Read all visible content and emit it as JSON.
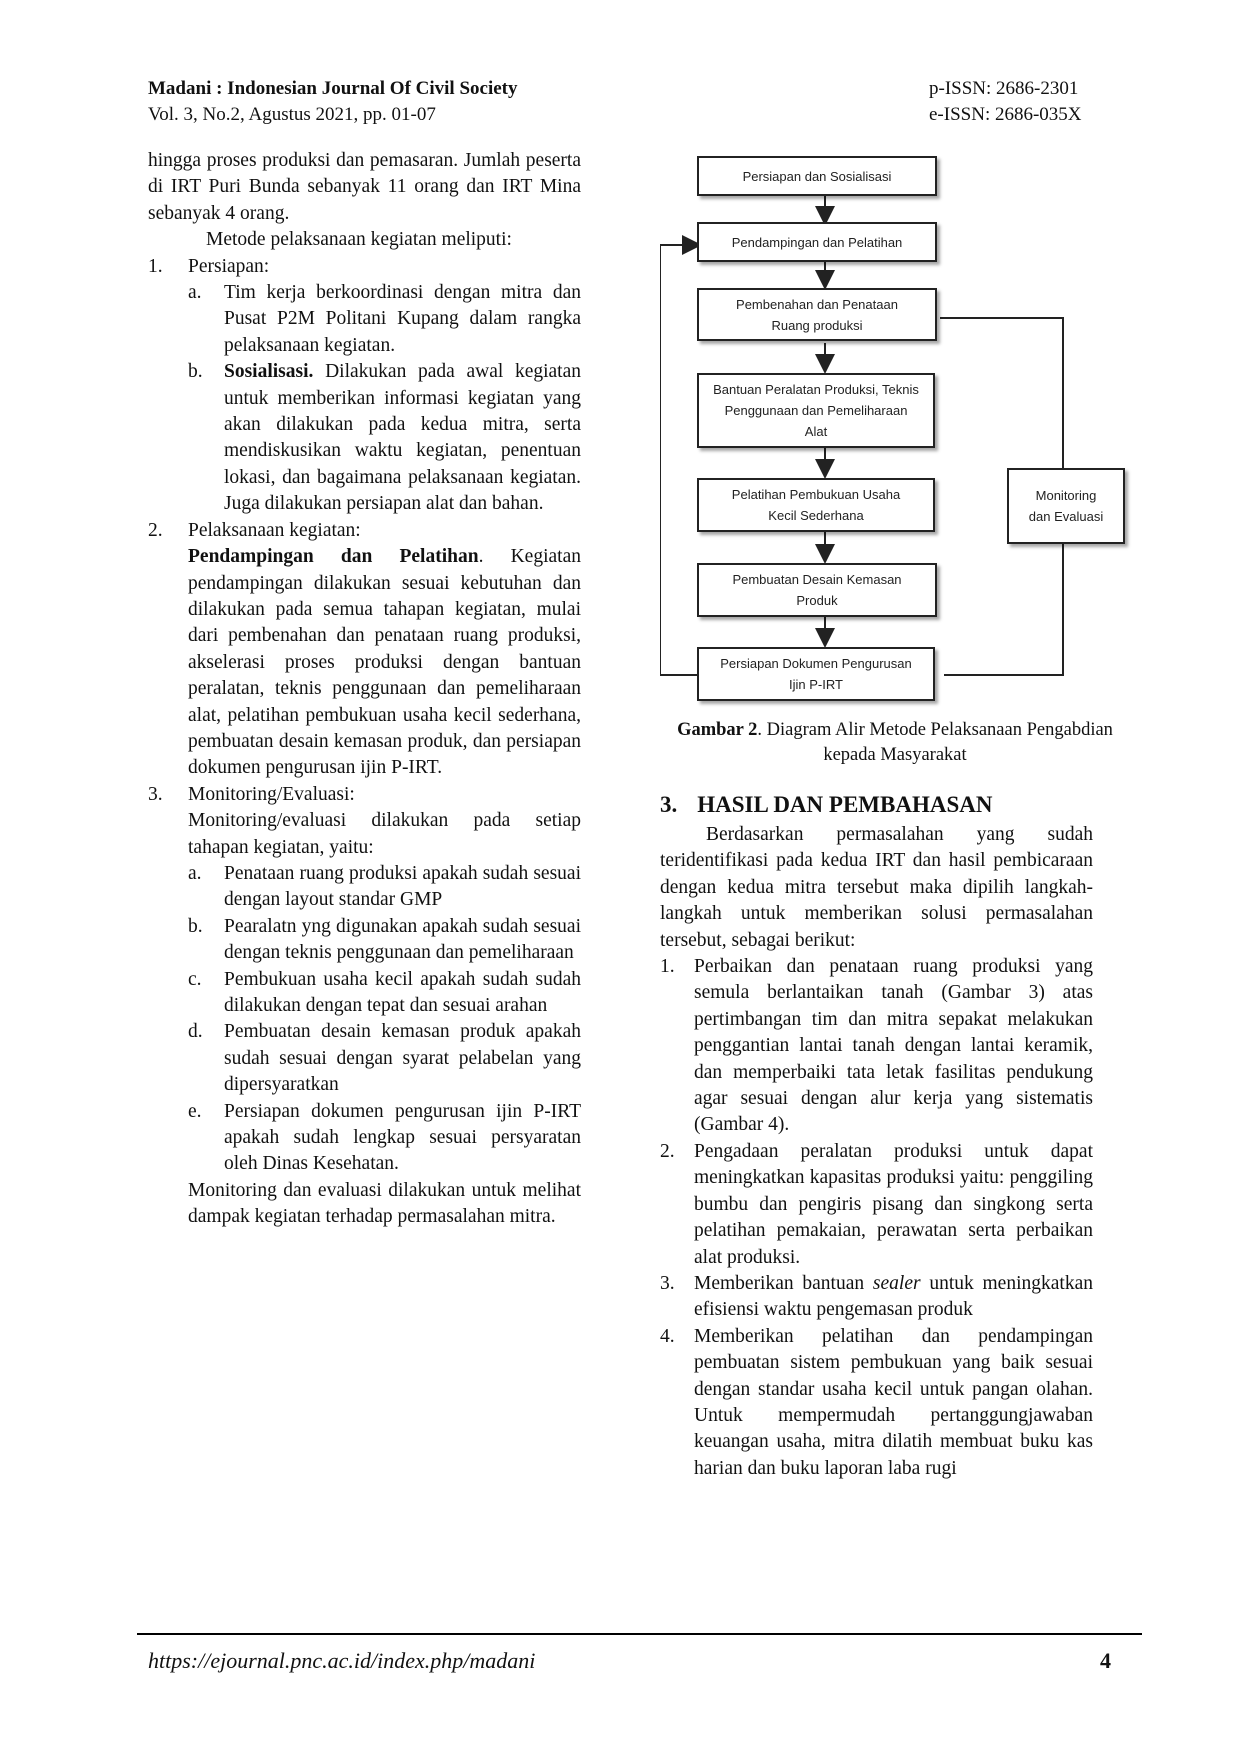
{
  "header": {
    "journal": "Madani : Indonesian Journal Of Civil Society",
    "volume": "Vol. 3, No.2, Agustus 2021, pp. 01-07",
    "pissn": "p-ISSN: 2686-2301",
    "eissn": "e-ISSN: 2686-035X"
  },
  "left": {
    "intro": "hingga proses produksi dan pemasaran. Jumlah peserta di IRT Puri Bunda sebanyak 11 orang dan IRT Mina sebanyak 4 orang.",
    "method_intro": "Metode pelaksanaan kegiatan meliputi:",
    "s1_num": "1.",
    "s1_title": "Persiapan:",
    "s1a_letter": "a.",
    "s1a_text": "Tim kerja berkoordinasi dengan mitra dan Pusat P2M Politani Kupang dalam rangka pelaksanaan kegiatan.",
    "s1b_letter": "b.",
    "s1b_bold": "Sosialisasi.",
    "s1b_text": " Dilakukan pada awal kegiatan untuk memberikan informasi kegiatan yang akan dilakukan pada kedua mitra, serta mendiskusikan waktu kegiatan, penentuan lokasi, dan bagaimana pelaksanaan kegiatan. Juga dilakukan persiapan alat dan bahan.",
    "s2_num": "2.",
    "s2_title": "Pelaksanaan kegiatan:",
    "s2_bold": "Pendampingan dan Pelatihan",
    "s2_text": ". Kegiatan pendampingan dilakukan sesuai kebutuhan dan dilakukan pada semua tahapan kegiatan, mulai dari pembenahan dan penataan ruang produksi, akselerasi proses produksi dengan bantuan peralatan, teknis penggunaan dan pemeliharaan alat, pelatihan pembukuan usaha kecil sederhana, pembuatan desain kemasan produk, dan persiapan dokumen pengurusan ijin P-IRT.",
    "s3_num": "3.",
    "s3_title": "Monitoring/Evaluasi:",
    "s3_intro": "Monitoring/evaluasi dilakukan pada setiap tahapan kegiatan, yaitu:",
    "s3_items": [
      {
        "letter": "a.",
        "text": "Penataan ruang produksi apakah sudah sesuai dengan layout standar GMP"
      },
      {
        "letter": "b.",
        "text": "Pearalatn yng digunakan apakah sudah sesuai dengan teknis penggunaan dan pemeliharaan"
      },
      {
        "letter": "c.",
        "text": "Pembukuan usaha kecil apakah sudah sudah dilakukan dengan tepat dan sesuai arahan"
      },
      {
        "letter": "d.",
        "text": "Pembuatan desain kemasan produk apakah sudah sesuai dengan syarat pelabelan yang dipersyaratkan"
      },
      {
        "letter": "e.",
        "text": "Persiapan dokumen pengurusan ijin P-IRT apakah sudah lengkap sesuai persyaratan oleh Dinas Kesehatan."
      }
    ],
    "s3_outro": "Monitoring dan evaluasi dilakukan untuk melihat dampak kegiatan terhadap permasalahan mitra."
  },
  "flow": {
    "boxes": [
      "Persiapan dan Sosialisasi",
      "Pendampingan dan Pelatihan",
      "Pembenahan dan Penataan Ruang produksi",
      "Bantuan Peralatan Produksi, Teknis Penggunaan dan Pemeliharaan Alat",
      "Pelatihan Pembukuan Usaha Kecil Sederhana",
      "Pembuatan Desain Kemasan Produk",
      "Persiapan Dokumen Pengurusan Ijin P-IRT"
    ],
    "monitor": "Monitoring dan Evaluasi"
  },
  "caption": {
    "label": "Gambar 2",
    "text": ". Diagram Alir Metode Pelaksanaan Pengabdian kepada Masyarakat"
  },
  "right": {
    "section_num": "3.",
    "section_title": "HASIL DAN PEMBAHASAN",
    "intro": "Berdasarkan permasalahan yang sudah teridentifikasi pada kedua IRT dan hasil pembicaraan dengan kedua mitra tersebut maka dipilih langkah-langkah untuk memberikan solusi permasalahan tersebut, sebagai berikut:",
    "i1_num": "1.",
    "i1_text": "Perbaikan dan penataan ruang produksi yang semula berlantaikan tanah (Gambar 3) atas pertimbangan tim dan mitra sepakat melakukan penggantian lantai tanah dengan lantai keramik, dan memperbaiki tata letak fasilitas pendukung agar sesuai dengan alur kerja yang sistematis (Gambar 4).",
    "i2_num": "2.",
    "i2_text": "Pengadaan peralatan produksi untuk dapat meningkatkan kapasitas produksi yaitu: penggiling bumbu dan pengiris pisang dan singkong serta pelatihan pemakaian, perawatan serta perbaikan alat produksi.",
    "i3_num": "3.",
    "i3_pre": "Memberikan bantuan ",
    "i3_italic": "sealer",
    "i3_post": " untuk meningkatkan efisiensi waktu pengemasan produk",
    "i4_num": "4.",
    "i4_text": "Memberikan pelatihan dan pendampingan pembuatan sistem pembukuan yang baik sesuai dengan standar usaha kecil untuk pangan olahan. Untuk mempermudah pertanggungjawaban keuangan usaha, mitra dilatih  membuat buku kas harian dan buku laporan laba rugi"
  },
  "footer": {
    "url": "https://ejournal.pnc.ac.id/index.php/madani",
    "page": "4"
  }
}
